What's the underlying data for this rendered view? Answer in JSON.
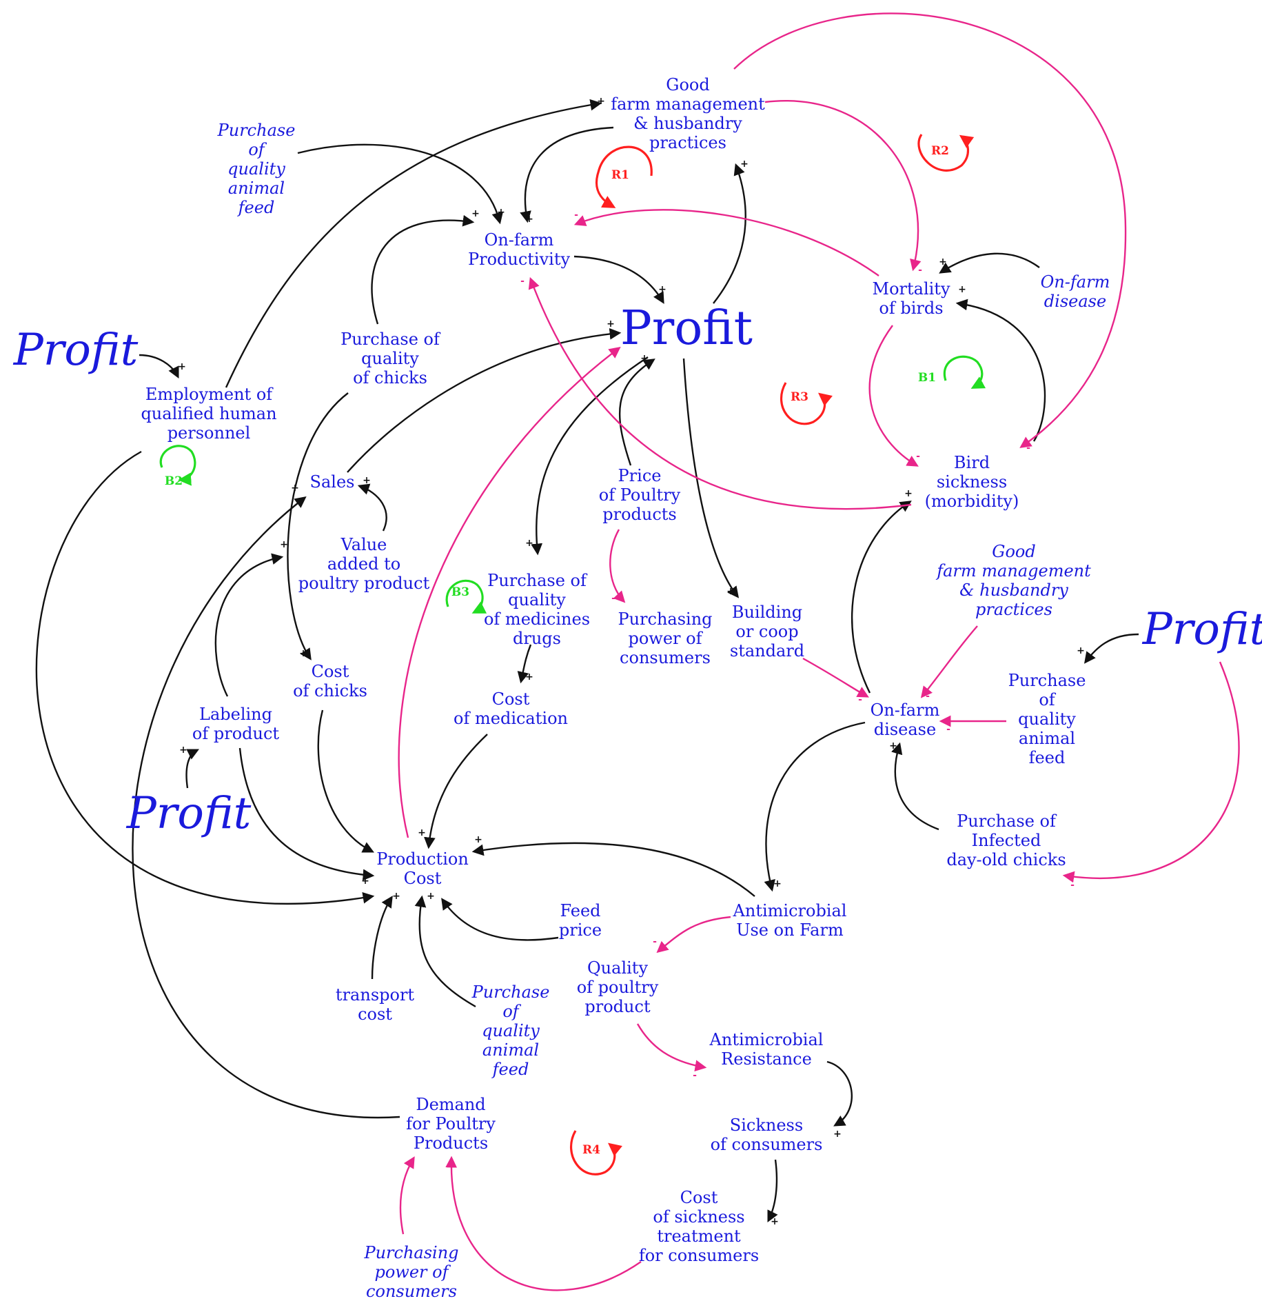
{
  "colors": {
    "node_text": "#1a1adc",
    "positive_link": "#111111",
    "negative_link": "#e8258a",
    "reinforcing_loop": "#ff1f1f",
    "balancing_loop": "#22dd22"
  },
  "nodes": {
    "good_farm_mgmt_top": "Good\nfarm management\n& husbandry\npractices",
    "purchase_feed_left": "Purchase\nof\nquality\nanimal\nfeed",
    "on_farm_productivity": "On-farm\nProductivity",
    "profit_center": "Profit",
    "profit_left": "Profit",
    "profit_right": "Profit",
    "profit_bottom_left": "Profit",
    "mortality_of_birds": "Mortality\nof birds",
    "on_farm_disease_top": "On-farm\ndisease",
    "employment_personnel": "Employment of\nqualified human\npersonnel",
    "purchase_chicks": "Purchase of\nquality\nof chicks",
    "sales": "Sales",
    "value_added": "Value\nadded to\npoultry product",
    "bird_sickness": "Bird\nsickness\n(morbidity)",
    "price_products": "Price\nof Poultry\nproducts",
    "purchase_medicines": "Purchase of\nquality\nof medicines\ndrugs",
    "purchasing_power_mid": "Purchasing\npower of\nconsumers",
    "building_coop": "Building\nor coop\nstandard",
    "good_farm_mgmt_right": "Good\nfarm management\n& husbandry\npractices",
    "cost_of_chicks": "Cost\nof chicks",
    "labeling": "Labeling\nof product",
    "cost_medication": "Cost\nof medication",
    "on_farm_disease_center": "On-farm\ndisease",
    "purchase_feed_right": "Purchase\nof\nquality\nanimal\nfeed",
    "purchase_infected": "Purchase of\nInfected\nday-old chicks",
    "production_cost": "Production\nCost",
    "antimicrobial_use": "Antimicrobial\nUse on Farm",
    "feed_price": "Feed\nprice",
    "quality_poultry_product": "Quality\nof poultry\nproduct",
    "transport_cost": "transport\ncost",
    "purchase_feed_bottom": "Purchase\nof\nquality\nanimal\nfeed",
    "antimicrobial_resistance": "Antimicrobial\nResistance",
    "demand_poultry": "Demand\nfor Poultry\nProducts",
    "sickness_consumers": "Sickness\nof consumers",
    "cost_sickness": "Cost\nof sickness\ntreatment\nfor consumers",
    "purchasing_power_bottom": "Purchasing\npower of\nconsumers"
  },
  "loops": {
    "R1": "R1",
    "R2": "R2",
    "R3": "R3",
    "R4": "R4",
    "B1": "B1",
    "B2": "B2",
    "B3": "B3"
  },
  "polarity": {
    "plus": "+",
    "minus": "-"
  }
}
